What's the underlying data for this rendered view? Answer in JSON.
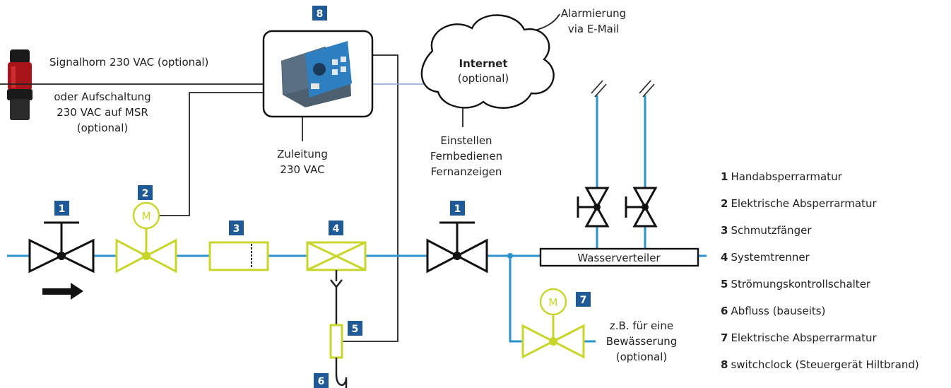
{
  "labels": {
    "signalhorn": "Signalhorn 230 VAC (optional)",
    "aufschaltung": [
      "oder Aufschaltung",
      "230 VAC auf MSR",
      "(optional)"
    ],
    "zuleitung": [
      "Zuleitung",
      "230 VAC"
    ],
    "internet_title": "Internet",
    "internet_sub": "(optional)",
    "alarmierung": [
      "Alarmierung",
      "via E-Mail"
    ],
    "einstellen": [
      "Einstellen",
      "Fernbedienen",
      "Fernanzeigen"
    ],
    "wasserverteiler": "Wasserverteiler",
    "bewaesserung": [
      "z.B. für eine",
      "Bewässerung",
      "(optional)"
    ],
    "motor": "M"
  },
  "numbers": {
    "n1a": "1",
    "n1b": "1",
    "n2": "2",
    "n3": "3",
    "n4": "4",
    "n5": "5",
    "n6": "6",
    "n7": "7",
    "n8": "8"
  },
  "legend": [
    {
      "num": "1",
      "text": "Handabsperrarmatur"
    },
    {
      "num": "2",
      "text": "Elektrische Absperrarmatur"
    },
    {
      "num": "3",
      "text": "Schmutzfänger"
    },
    {
      "num": "4",
      "text": "Systemtrenner"
    },
    {
      "num": "5",
      "text": "Strömungskontrollschalter"
    },
    {
      "num": "6",
      "text": "Abfluss (bauseits)"
    },
    {
      "num": "7",
      "text": "Elektrische Absperrarmatur"
    },
    {
      "num": "8",
      "text": "switchclock (Steuergerät Hiltbrand)"
    }
  ],
  "colors": {
    "pipe": "#2a93c9",
    "accent_lime": "#c8d62b",
    "number_box": "#1f5a96"
  }
}
